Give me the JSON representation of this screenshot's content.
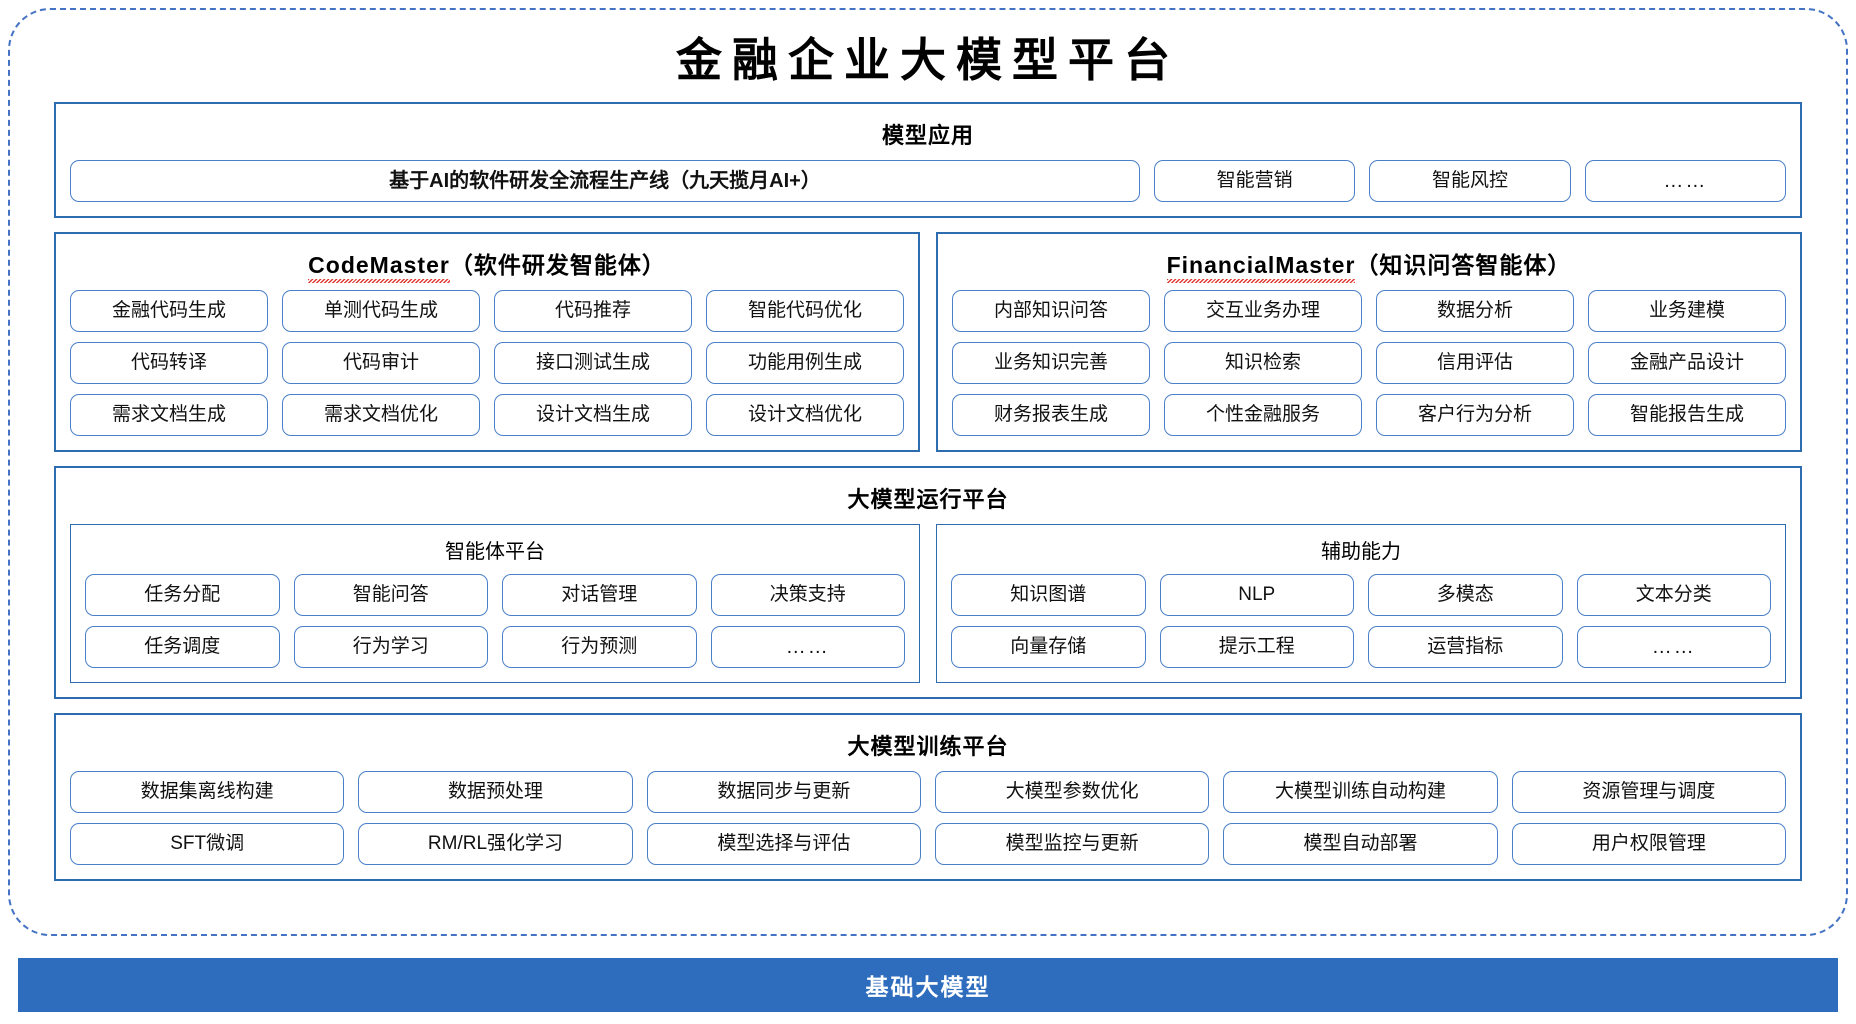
{
  "page": {
    "title": "金融企业大模型平台",
    "accent_blue": "#2E6CB0",
    "pill_border": "#4A80C8",
    "footer_blue": "#2E6CBE",
    "dashed_border": "#4472C4",
    "squiggle_red": "#e03b30"
  },
  "model_application": {
    "section_title": "模型应用",
    "items": [
      {
        "label": "基于AI的软件研发全流程生产线（九天揽月AI+）",
        "emphasis": "bold",
        "width": "wide"
      },
      {
        "label": "智能营销",
        "emphasis": "normal",
        "width": "small"
      },
      {
        "label": "智能风控",
        "emphasis": "normal",
        "width": "small"
      },
      {
        "label": "……",
        "emphasis": "normal",
        "width": "small"
      }
    ]
  },
  "agents": [
    {
      "name_latin": "CodeMaster",
      "name_cn": "（软件研发智能体）",
      "spellcheck_underline": true,
      "items": [
        "金融代码生成",
        "单测代码生成",
        "代码推荐",
        "智能代码优化",
        "代码转译",
        "代码审计",
        "接口测试生成",
        "功能用例生成",
        "需求文档生成",
        "需求文档优化",
        "设计文档生成",
        "设计文档优化"
      ]
    },
    {
      "name_latin": "FinancialMaster",
      "name_cn": "（知识问答智能体）",
      "spellcheck_underline": true,
      "items": [
        "内部知识问答",
        "交互业务办理",
        "数据分析",
        "业务建模",
        "业务知识完善",
        "知识检索",
        "信用评估",
        "金融产品设计",
        "财务报表生成",
        "个性金融服务",
        "客户行为分析",
        "智能报告生成"
      ]
    }
  ],
  "runtime_platform": {
    "section_title": "大模型运行平台",
    "sub_panels": [
      {
        "title": "智能体平台",
        "items": [
          "任务分配",
          "智能问答",
          "对话管理",
          "决策支持",
          "任务调度",
          "行为学习",
          "行为预测",
          "……"
        ]
      },
      {
        "title": "辅助能力",
        "items": [
          "知识图谱",
          "NLP",
          "多模态",
          "文本分类",
          "向量存储",
          "提示工程",
          "运营指标",
          "……"
        ]
      }
    ]
  },
  "training_platform": {
    "section_title": "大模型训练平台",
    "items": [
      "数据集离线构建",
      "数据预处理",
      "数据同步与更新",
      "大模型参数优化",
      "大模型训练自动构建",
      "资源管理与调度",
      "SFT微调",
      "RM/RL强化学习",
      "模型选择与评估",
      "模型监控与更新",
      "模型自动部署",
      "用户权限管理"
    ]
  },
  "foundation_bar": {
    "label": "基础大模型"
  }
}
